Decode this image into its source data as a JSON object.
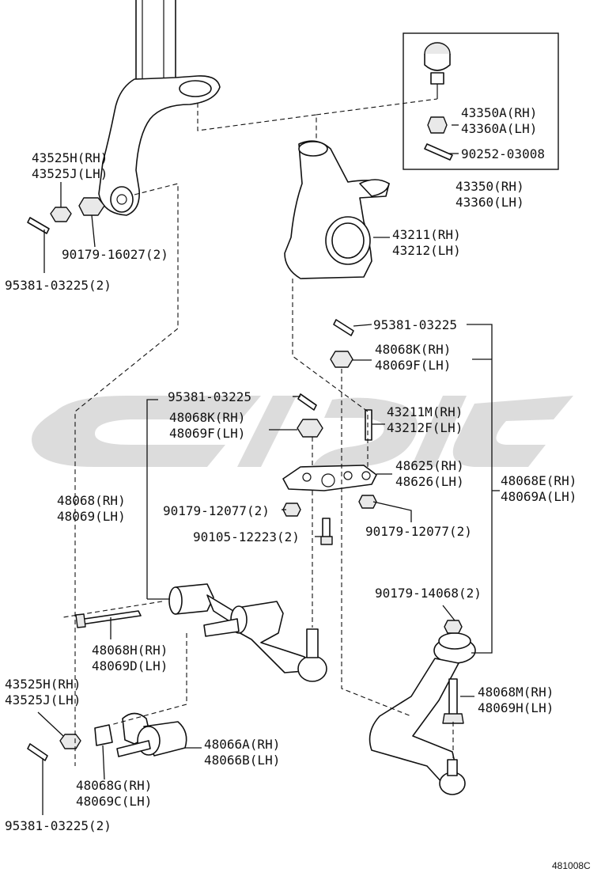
{
  "diagram": {
    "figure_number": "481008C",
    "watermark_color": "#dcdcdc",
    "line_color": "#111111",
    "callouts": [
      {
        "id": "43350A",
        "lines": [
          "43350A(RH)",
          "43360A(LH)"
        ]
      },
      {
        "id": "90252",
        "lines": [
          "90252-03008"
        ]
      },
      {
        "id": "43350",
        "lines": [
          "43350(RH)",
          "43360(LH)"
        ]
      },
      {
        "id": "43525H-top",
        "lines": [
          "43525H(RH)",
          "43525J(LH)"
        ]
      },
      {
        "id": "90179-16027",
        "lines": [
          "90179-16027(2)"
        ]
      },
      {
        "id": "95381-top",
        "lines": [
          "95381-03225(2)"
        ]
      },
      {
        "id": "43211",
        "lines": [
          "43211(RH)",
          "43212(LH)"
        ]
      },
      {
        "id": "95381-right",
        "lines": [
          "95381-03225"
        ]
      },
      {
        "id": "48068K-right",
        "lines": [
          "48068K(RH)",
          "48069F(LH)"
        ]
      },
      {
        "id": "95381-mid",
        "lines": [
          "95381-03225"
        ]
      },
      {
        "id": "48068K-mid",
        "lines": [
          "48068K(RH)",
          "48069F(LH)"
        ]
      },
      {
        "id": "43211M",
        "lines": [
          "43211M(RH)",
          "43212F(LH)"
        ]
      },
      {
        "id": "48625",
        "lines": [
          "48625(RH)",
          "48626(LH)"
        ]
      },
      {
        "id": "48068",
        "lines": [
          "48068(RH)",
          "48069(LH)"
        ]
      },
      {
        "id": "90179-12077-left",
        "lines": [
          "90179-12077(2)"
        ]
      },
      {
        "id": "48068E",
        "lines": [
          "48068E(RH)",
          "48069A(LH)"
        ]
      },
      {
        "id": "90179-12077-right",
        "lines": [
          "90179-12077(2)"
        ]
      },
      {
        "id": "90105-12223",
        "lines": [
          "90105-12223(2)"
        ]
      },
      {
        "id": "90179-14068",
        "lines": [
          "90179-14068(2)"
        ]
      },
      {
        "id": "48068H",
        "lines": [
          "48068H(RH)",
          "48069D(LH)"
        ]
      },
      {
        "id": "48068M",
        "lines": [
          "48068M(RH)",
          "48069H(LH)"
        ]
      },
      {
        "id": "43525H-bottom",
        "lines": [
          "43525H(RH)",
          "43525J(LH)"
        ]
      },
      {
        "id": "48066A",
        "lines": [
          "48066A(RH)",
          "48066B(LH)"
        ]
      },
      {
        "id": "48068G",
        "lines": [
          "48068G(RH)",
          "48069C(LH)"
        ]
      },
      {
        "id": "95381-bottom",
        "lines": [
          "95381-03225(2)"
        ]
      }
    ]
  }
}
